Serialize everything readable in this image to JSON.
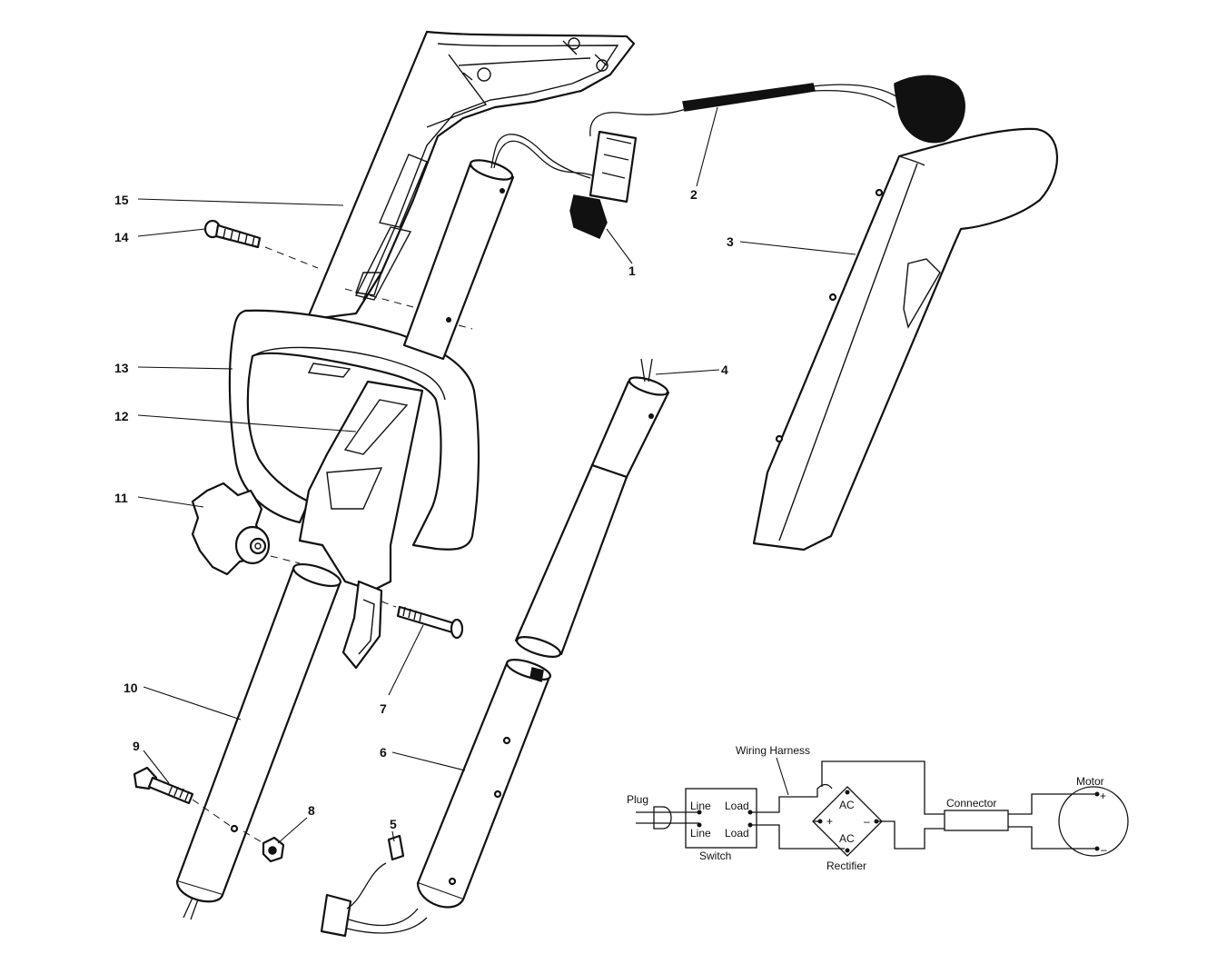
{
  "callouts": [
    "1",
    "2",
    "3",
    "4",
    "5",
    "6",
    "7",
    "8",
    "9",
    "10",
    "11",
    "12",
    "13",
    "14",
    "15"
  ],
  "wiring": {
    "plug": "Plug",
    "wiring_harness": "Wiring Harness",
    "switch": "Switch",
    "line_top": "Line",
    "line_bottom": "Line",
    "load_top": "Load",
    "load_bottom": "Load",
    "rectifier": "Rectifier",
    "ac_top": "AC",
    "ac_bottom": "AC",
    "plus": "+",
    "minus": "–",
    "connector": "Connector",
    "motor": "Motor",
    "motor_plus": "+",
    "motor_minus": "–"
  }
}
